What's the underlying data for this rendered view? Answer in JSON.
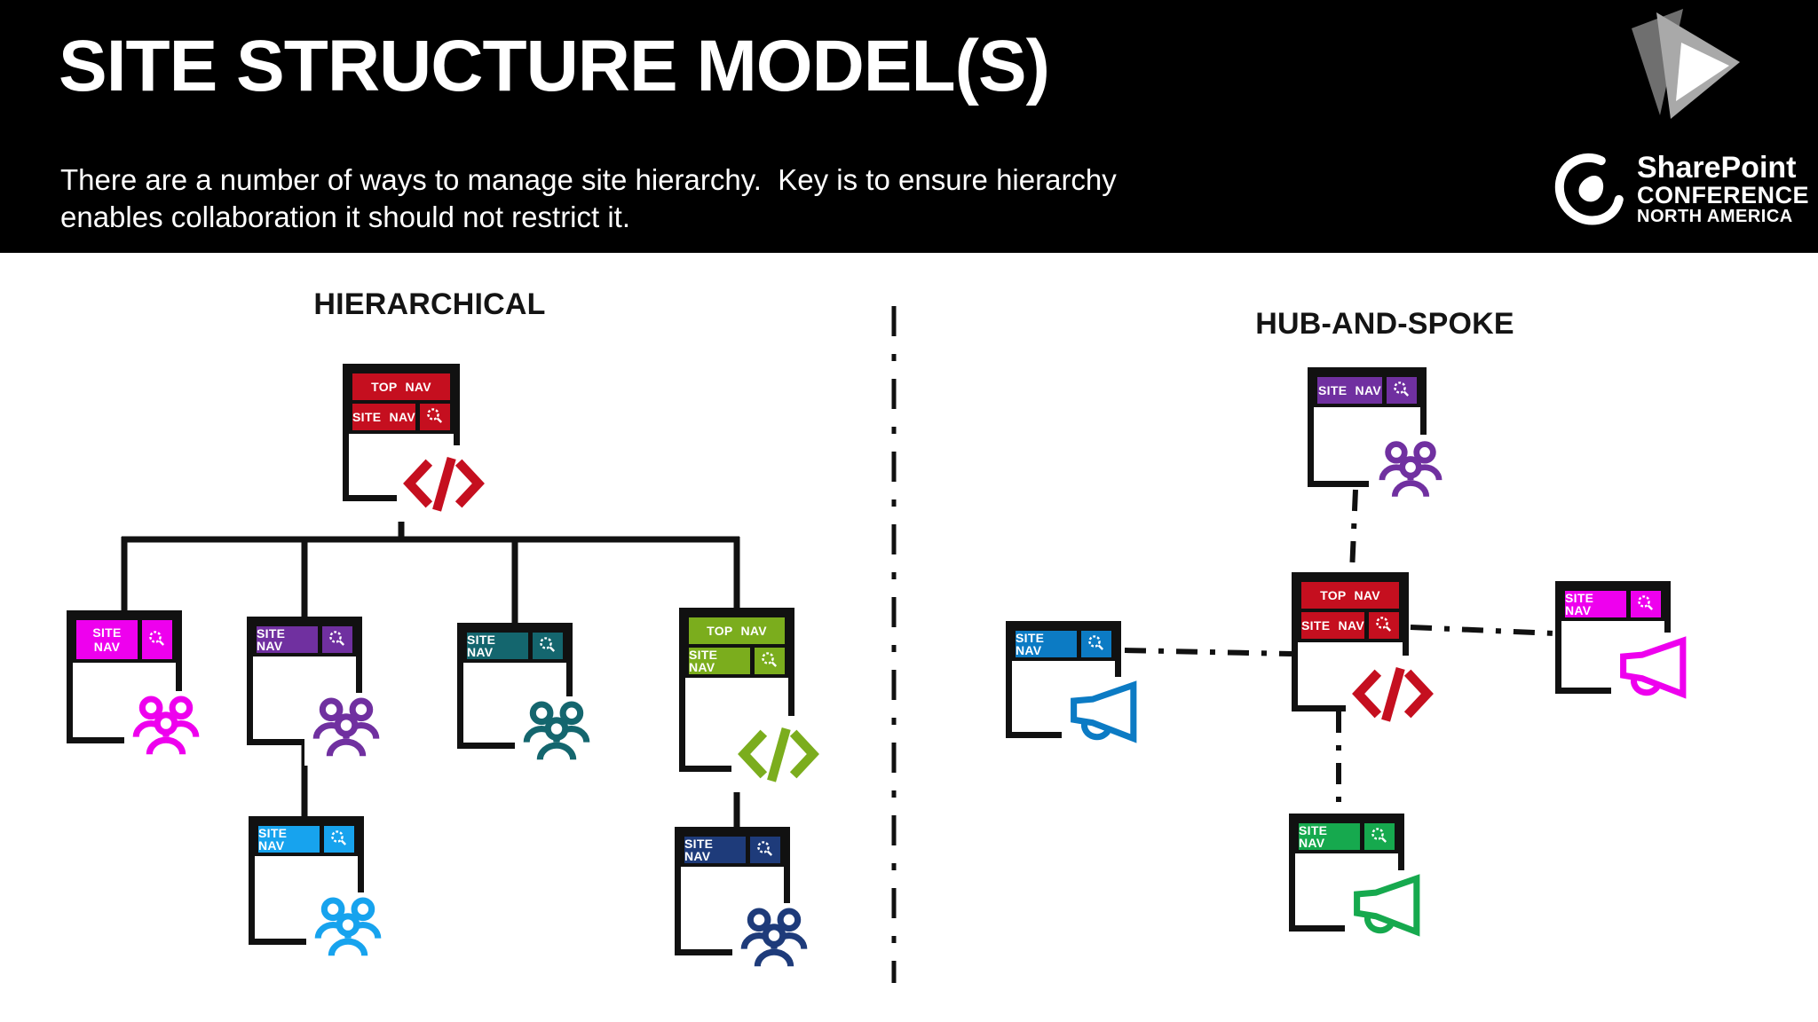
{
  "slide": {
    "title": "SITE STRUCTURE MODEL(S)",
    "subtitle": "There are a number of ways to manage site hierarchy.  Key is to ensure hierarchy\nenables collaboration it should not restrict it."
  },
  "logo": {
    "play_icon": "play-triangles-icon",
    "swirl_icon": "sharepoint-swirl-icon",
    "name": "SharePoint",
    "line2": "CONFERENCE",
    "line3": "NORTH AMERICA"
  },
  "colors": {
    "ink": "#111111",
    "header_bg": "#000000",
    "canvas": "#ffffff"
  },
  "diagrams": {
    "hierarchical": {
      "title": "HIERARCHICAL",
      "root": {
        "top_nav": "TOP NAV",
        "site_nav": "SITE NAV",
        "icon": "code-icon",
        "color": "#C50F1F"
      },
      "children": [
        {
          "site_nav": "SITE NAV",
          "icon": "people-icon",
          "color": "#EE00EE"
        },
        {
          "site_nav": "SITE NAV",
          "icon": "people-icon",
          "color": "#7030A0"
        },
        {
          "site_nav": "SITE NAV",
          "icon": "people-icon",
          "color": "#14666E"
        },
        {
          "top_nav": "TOP NAV",
          "site_nav": "SITE NAV",
          "icon": "code-icon",
          "color": "#7BAD1D"
        }
      ],
      "grandchildren": [
        {
          "site_nav": "SITE NAV",
          "icon": "people-icon",
          "color": "#17A3EE"
        },
        {
          "site_nav": "SITE NAV",
          "icon": "people-icon",
          "color": "#1E3B7A"
        }
      ]
    },
    "hub_and_spoke": {
      "title": "HUB-AND-SPOKE",
      "hub": {
        "top_nav": "TOP NAV",
        "site_nav": "SITE NAV",
        "icon": "code-icon",
        "color": "#C50F1F"
      },
      "spokes": [
        {
          "position": "top",
          "site_nav": "SITE NAV",
          "icon": "people-icon",
          "color": "#7030A0"
        },
        {
          "position": "left",
          "site_nav": "SITE NAV",
          "icon": "megaphone-icon",
          "color": "#0C7BC4"
        },
        {
          "position": "right",
          "site_nav": "SITE NAV",
          "icon": "megaphone-icon",
          "color": "#EE00EE"
        },
        {
          "position": "bottom",
          "site_nav": "SITE NAV",
          "icon": "megaphone-icon",
          "color": "#16A94E"
        }
      ]
    }
  }
}
